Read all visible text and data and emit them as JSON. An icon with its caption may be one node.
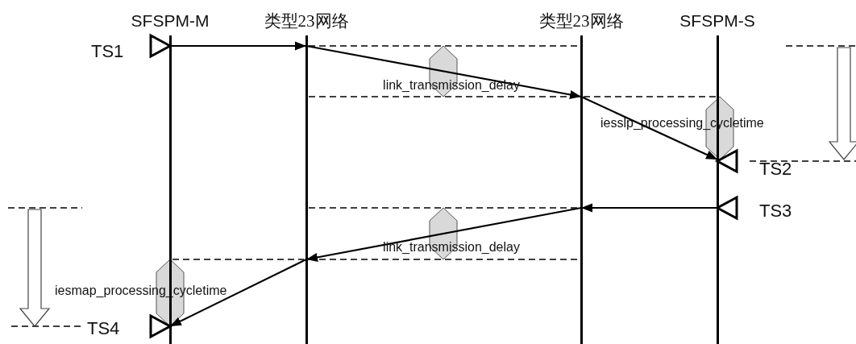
{
  "diagram": {
    "nodes": [
      {
        "text": [
          "SFSPM-M"
        ],
        "beside": [
          "TS1",
          "TS4"
        ]
      },
      {
        "text": [
          "类型23网络"
        ]
      },
      {
        "text": [
          "类型23网络"
        ]
      },
      {
        "text": [
          "SFSPM-S"
        ],
        "beside": [
          "TS2",
          "TS3"
        ]
      }
    ],
    "edges": [
      {
        "from": 0,
        "to": 1,
        "arrow": "to"
      },
      {
        "from": 1,
        "to": 2,
        "arrow": "to"
      },
      {
        "from": 2,
        "to": 3,
        "arrow": "to"
      },
      {
        "from": 3,
        "to": 2,
        "arrow": "to"
      },
      {
        "from": 2,
        "to": 1,
        "arrow": "to"
      },
      {
        "from": 1,
        "to": 0,
        "arrow": "to"
      }
    ],
    "labels": [
      "link_transmission_delay",
      "iesslp_processing_cycletime",
      "link_transmission_delay",
      "iesmap_processing_cycletime"
    ]
  }
}
